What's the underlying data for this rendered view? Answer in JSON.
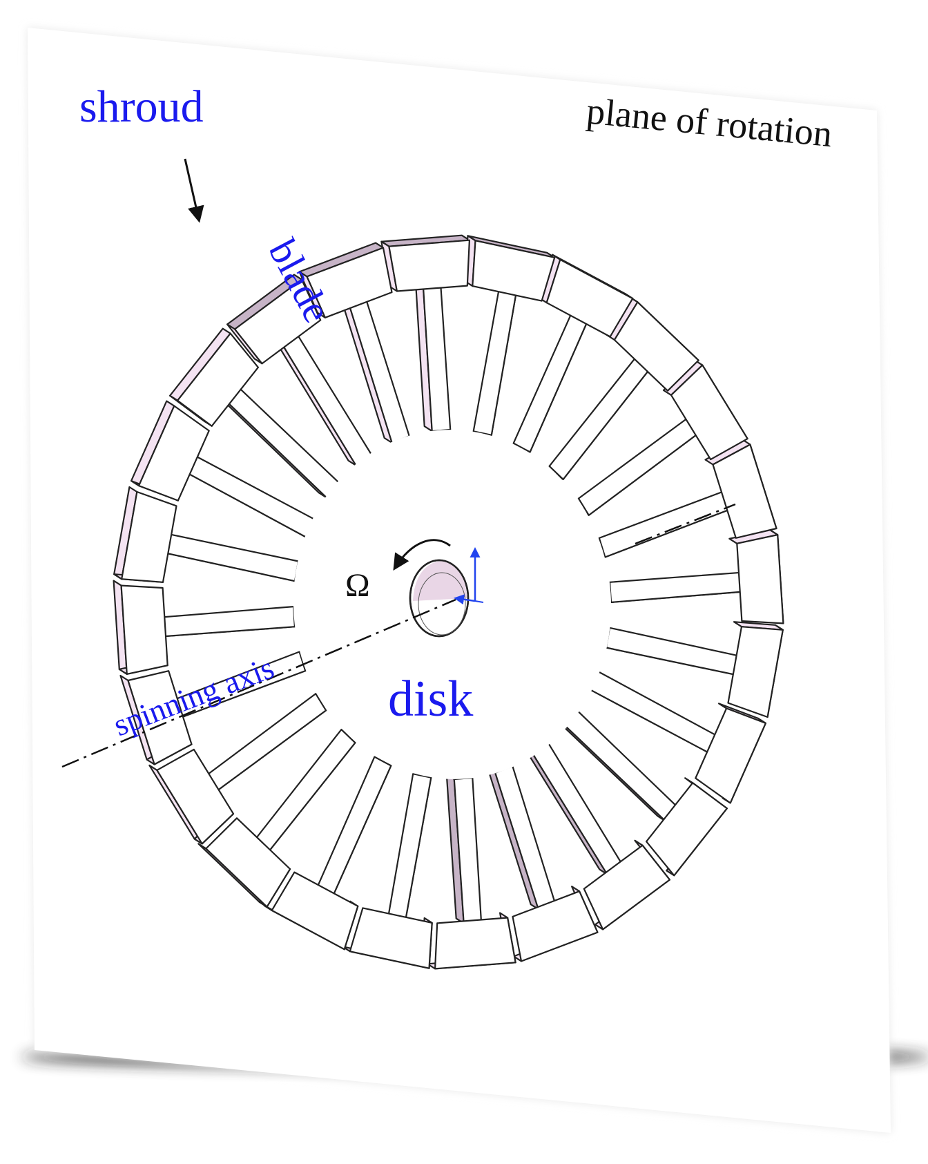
{
  "labels": {
    "shroud": "shroud",
    "plane_of_rotation": "plane of rotation",
    "blade": "blade",
    "omega": "Ω",
    "spinning_axis": "spinning axis",
    "disk": "disk"
  },
  "model": {
    "blade_count": 24,
    "colors": {
      "face": "#ffffff",
      "shade_light": "#f4e3f2",
      "shade_dark": "#c7b4c7",
      "outline": "#222222",
      "label_blue": "#1a1aee",
      "label_black": "#111111",
      "coord_axis": "#2244ee"
    }
  }
}
